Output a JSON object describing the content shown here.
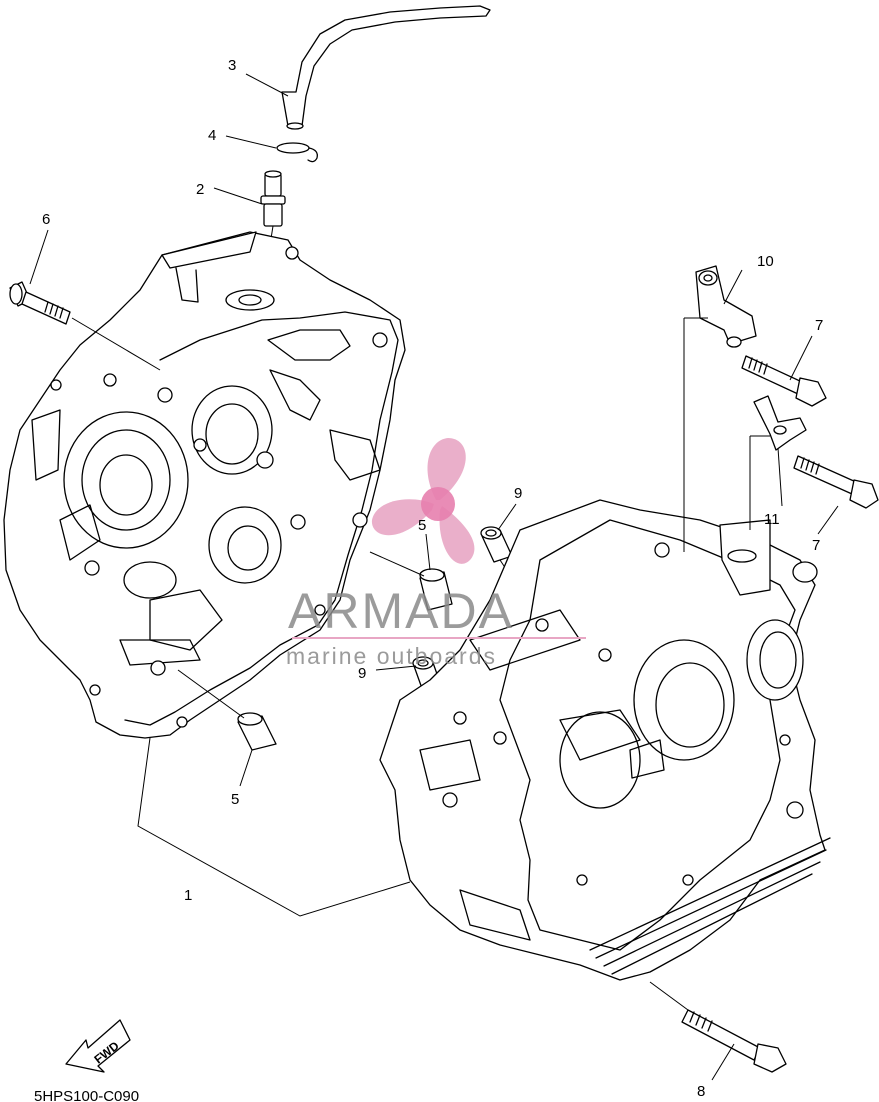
{
  "callouts": {
    "c1": "1",
    "c2": "2",
    "c3": "3",
    "c4": "4",
    "c5a": "5",
    "c5b": "5",
    "c6": "6",
    "c7a": "7",
    "c7b": "7",
    "c8": "8",
    "c9a": "9",
    "c9b": "9",
    "c10": "10",
    "c11": "11"
  },
  "reference_code": "5HPS100-C090",
  "direction_label": "FWD",
  "watermark": {
    "brand": "ARMADA",
    "tagline": "marine outboards",
    "logo_color": "#e8a6c4",
    "text_color": "#8a8a8a"
  }
}
